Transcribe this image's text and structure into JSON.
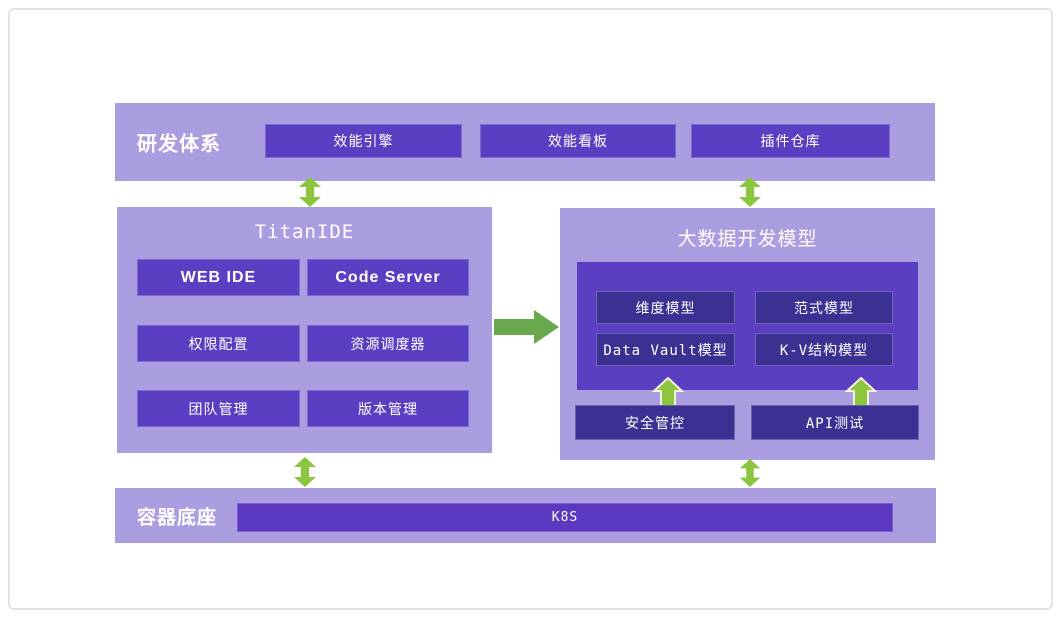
{
  "colors": {
    "band_purple": "#ab9ee0",
    "button_purple": "#5b3fc2",
    "button_indigo": "#3b3193",
    "arrow_bright_green": "#8cc63e",
    "arrow_muted_green": "#6aa84f",
    "arrow_outline_cream": "#f5f1df",
    "text_white": "#ffffff"
  },
  "top_band": {
    "label": "研发体系",
    "buttons": [
      "效能引擎",
      "效能看板",
      "插件仓库"
    ]
  },
  "titan_ide": {
    "title": "TitanIDE",
    "buttons": [
      "WEB IDE",
      "Code Server",
      "权限配置",
      "资源调度器",
      "团队管理",
      "版本管理"
    ]
  },
  "bigdata": {
    "title": "大数据开发模型",
    "model_buttons": [
      "维度模型",
      "范式模型",
      "Data Vault模型",
      "K-V结构模型"
    ],
    "bottom_buttons": [
      "安全管控",
      "API测试"
    ]
  },
  "bottom_band": {
    "label": "容器底座",
    "bar_label": "K8S"
  }
}
